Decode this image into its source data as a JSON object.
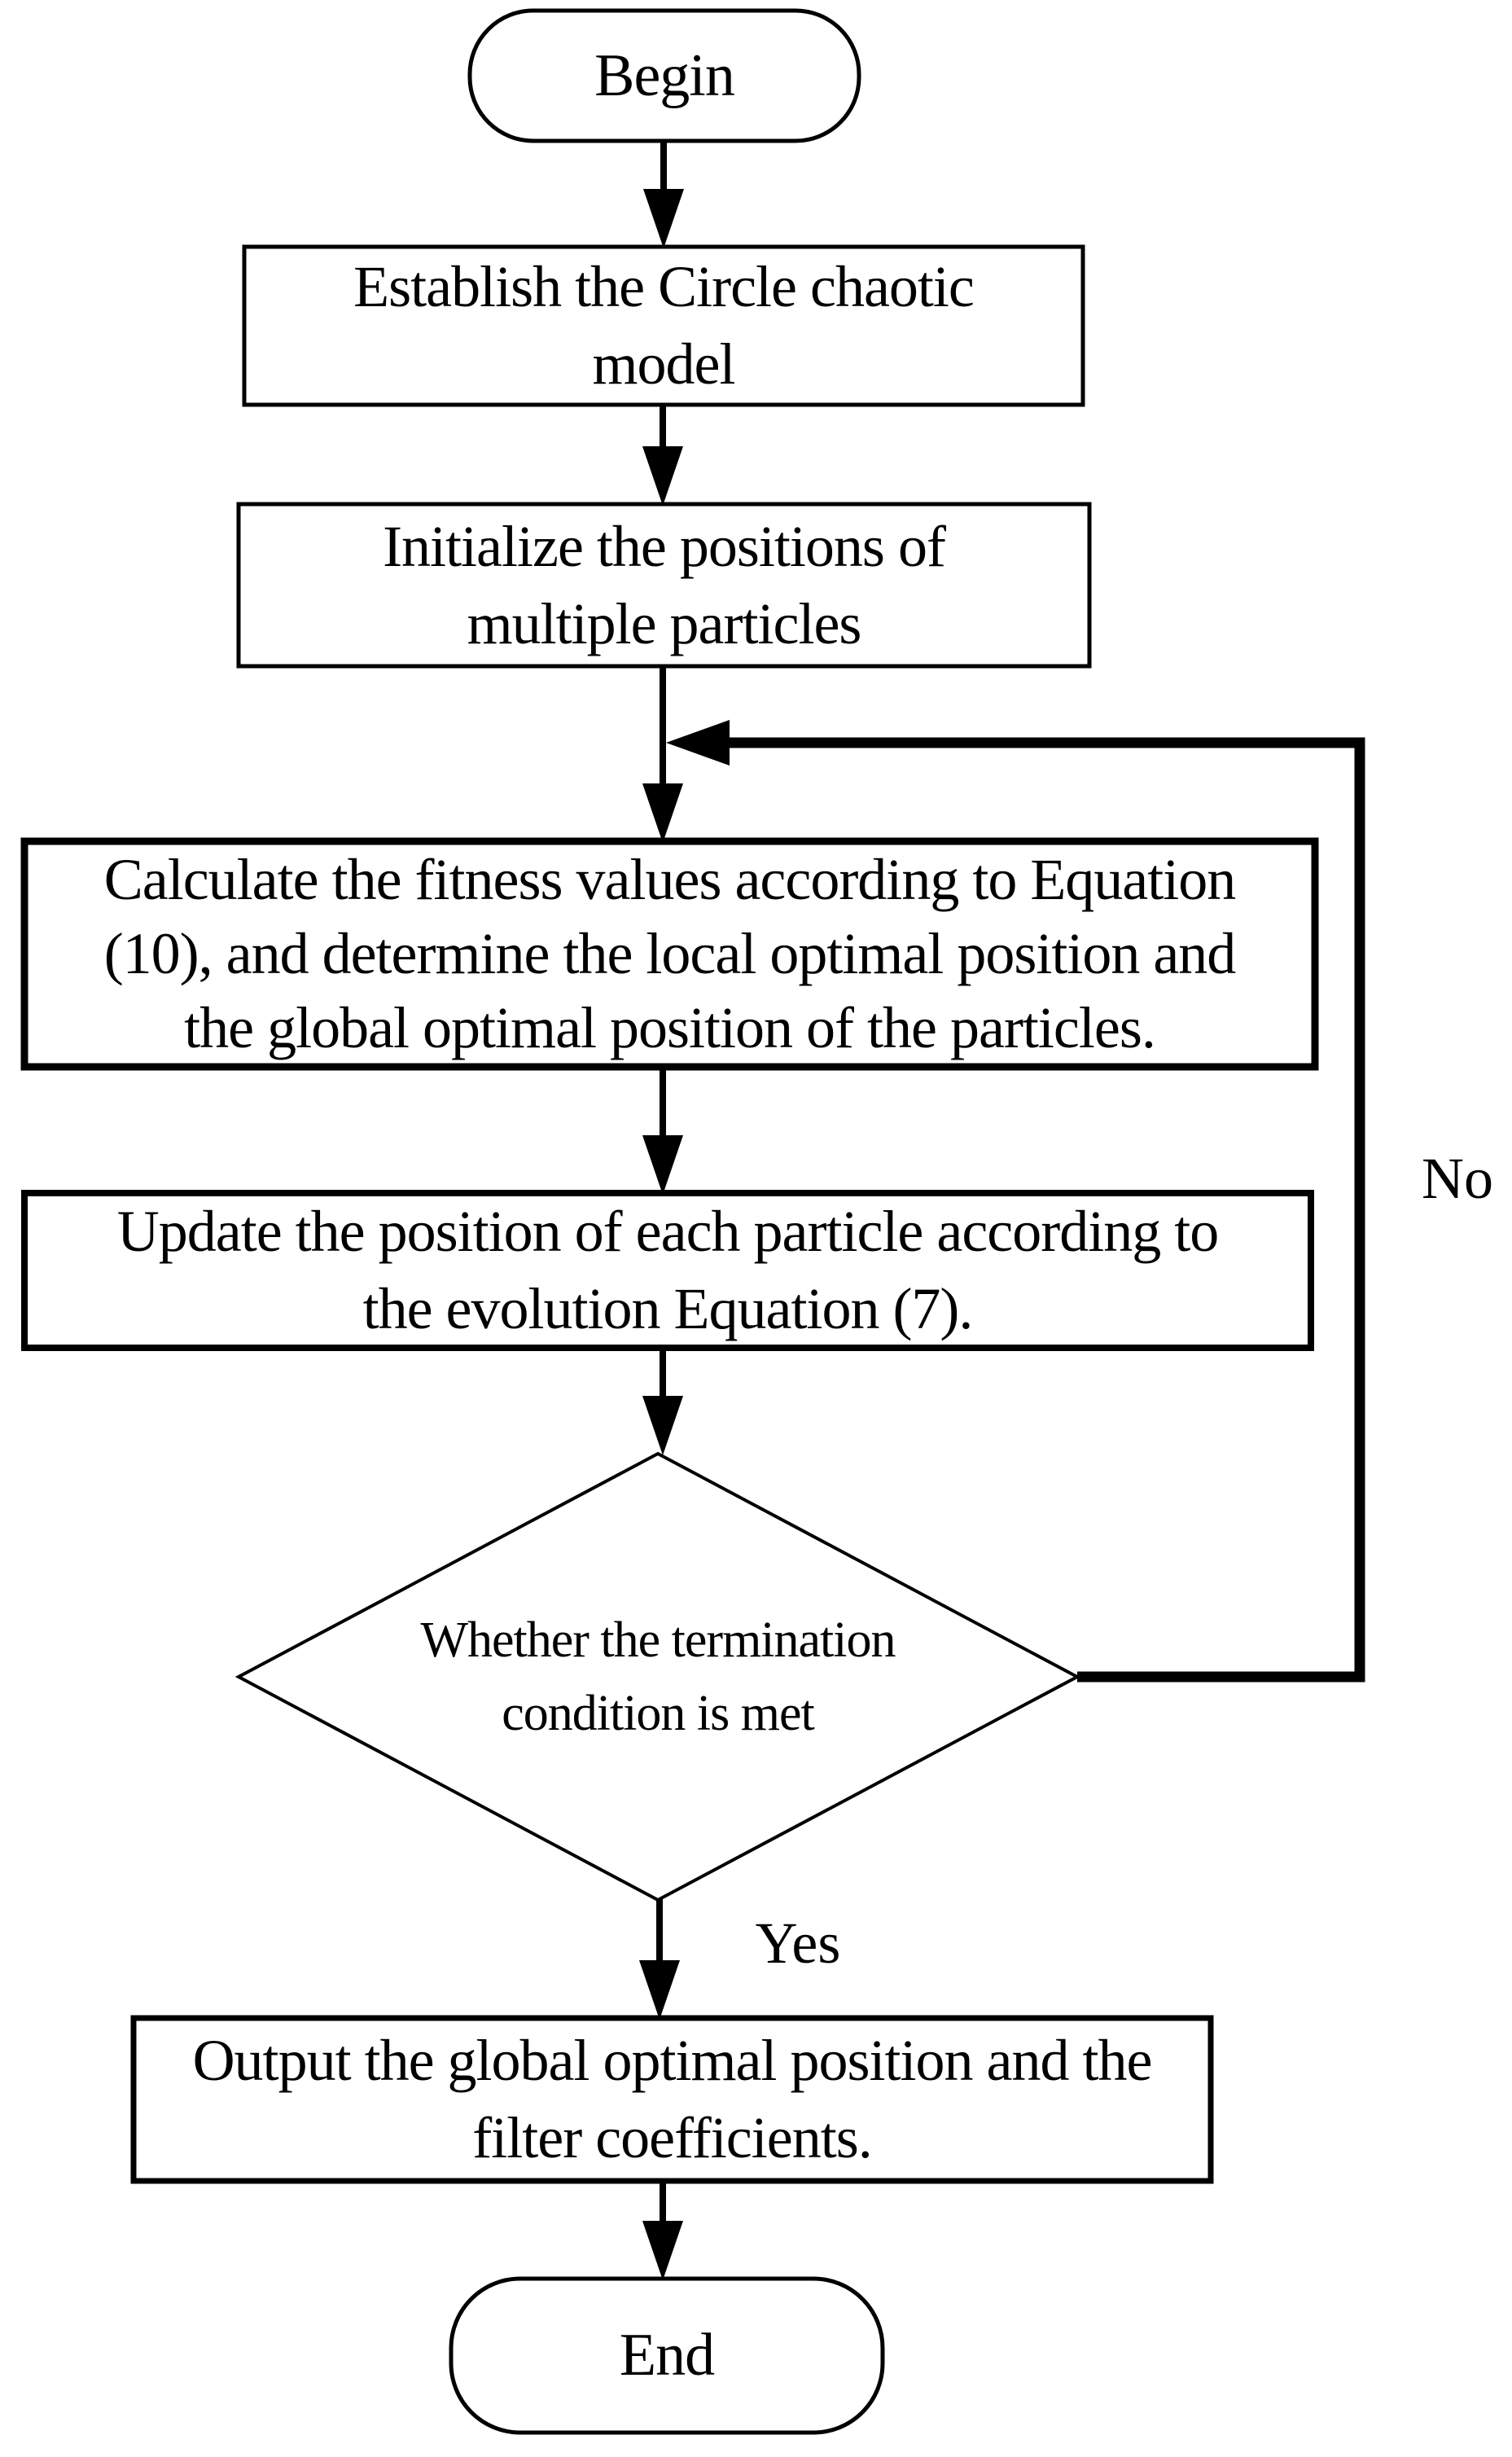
{
  "colors": {
    "background": "#ffffff",
    "line": "#000000",
    "text": "#000000"
  },
  "nodes": {
    "begin": {
      "type": "terminator",
      "label": "Begin"
    },
    "establish": {
      "type": "process",
      "lines": [
        "Establish the Circle chaotic",
        "model"
      ]
    },
    "initialize": {
      "type": "process",
      "lines": [
        "Initialize the positions of",
        "multiple particles"
      ]
    },
    "calculate": {
      "type": "process",
      "lines": [
        "Calculate the fitness values according to Equation",
        "(10), and determine the local optimal position and",
        "the global optimal position of the particles."
      ]
    },
    "update": {
      "type": "process",
      "lines": [
        "Update the position of each particle according to",
        "the evolution Equation (7)."
      ]
    },
    "decision": {
      "type": "decision",
      "lines": [
        "Whether the termination",
        "condition is met"
      ]
    },
    "output": {
      "type": "process",
      "lines": [
        "Output the global optimal position and the",
        "filter coefficients."
      ]
    },
    "end": {
      "type": "terminator",
      "label": "End"
    }
  },
  "edges": {
    "yes_label": "Yes",
    "no_label": "No",
    "connections": [
      {
        "from": "begin",
        "to": "establish",
        "label": ""
      },
      {
        "from": "establish",
        "to": "initialize",
        "label": ""
      },
      {
        "from": "initialize",
        "to": "calculate",
        "label": ""
      },
      {
        "from": "calculate",
        "to": "update",
        "label": ""
      },
      {
        "from": "update",
        "to": "decision",
        "label": ""
      },
      {
        "from": "decision",
        "to": "output",
        "label": "Yes"
      },
      {
        "from": "decision",
        "to": "calculate",
        "label": "No"
      },
      {
        "from": "output",
        "to": "end",
        "label": ""
      }
    ]
  }
}
